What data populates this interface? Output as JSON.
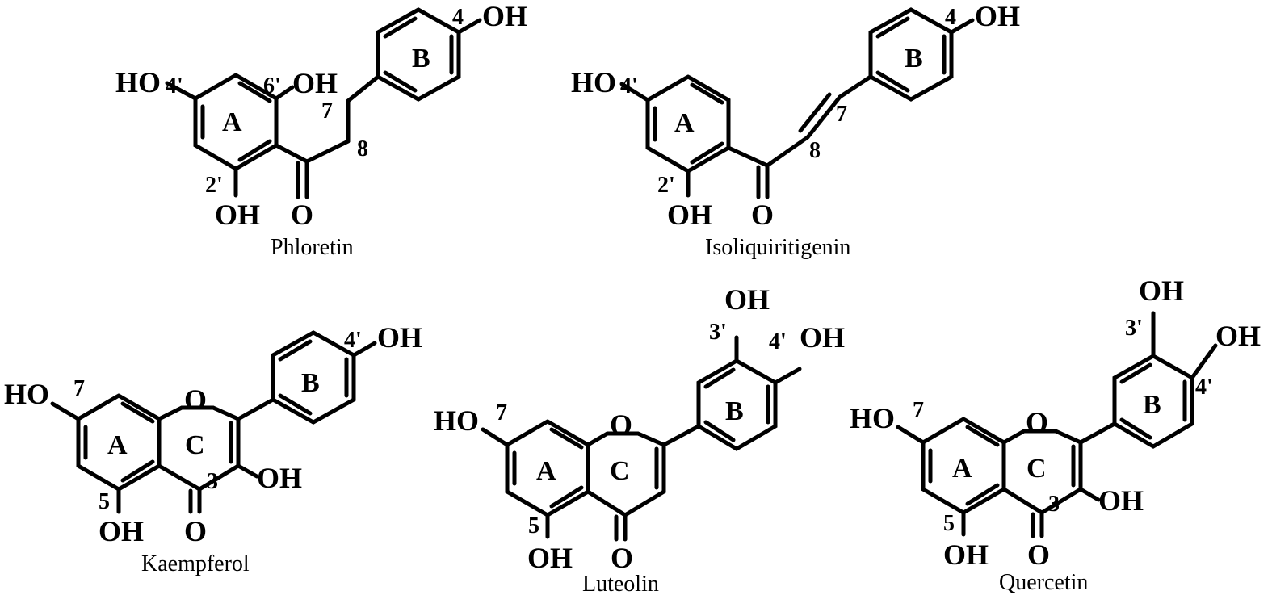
{
  "molecules": {
    "phloretin": {
      "name": "Phloretin",
      "atoms": [
        "OH",
        "HO",
        "OH",
        "OH",
        "O"
      ],
      "numbers": [
        "4",
        "4'",
        "6'",
        "2'",
        "7",
        "8"
      ],
      "rings": [
        "A",
        "B"
      ]
    },
    "isoliquiritigenin": {
      "name": "Isoliquiritigenin",
      "atoms": [
        "OH",
        "HO",
        "OH",
        "O"
      ],
      "numbers": [
        "4",
        "4'",
        "2'",
        "7",
        "8"
      ],
      "rings": [
        "A",
        "B"
      ]
    },
    "kaempferol": {
      "name": "Kaempferol",
      "atoms": [
        "OH",
        "HO",
        "O",
        "OH",
        "OH",
        "O"
      ],
      "numbers": [
        "4'",
        "7",
        "5",
        "3"
      ],
      "rings": [
        "A",
        "B",
        "C"
      ]
    },
    "luteolin": {
      "name": "Luteolin",
      "atoms": [
        "OH",
        "OH",
        "HO",
        "O",
        "OH",
        "O"
      ],
      "numbers": [
        "3'",
        "4'",
        "7",
        "5"
      ],
      "rings": [
        "A",
        "B",
        "C"
      ]
    },
    "quercetin": {
      "name": "Quercetin",
      "atoms": [
        "OH",
        "OH",
        "HO",
        "O",
        "OH",
        "OH",
        "O"
      ],
      "numbers": [
        "3'",
        "4'",
        "7",
        "5",
        "3"
      ],
      "rings": [
        "A",
        "B",
        "C"
      ]
    }
  }
}
